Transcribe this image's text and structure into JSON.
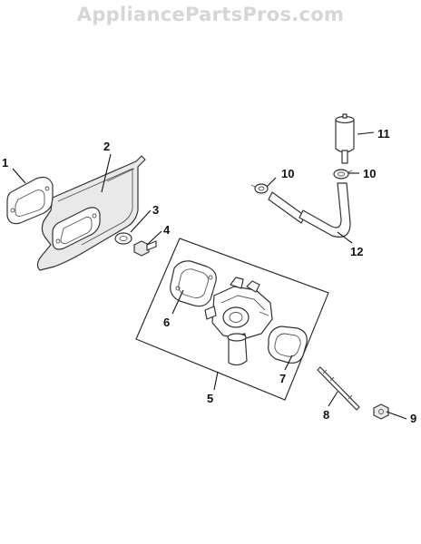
{
  "watermark": "AppliancePartsPros.com",
  "callouts": [
    {
      "id": "c1",
      "label": "1"
    },
    {
      "id": "c2",
      "label": "2"
    },
    {
      "id": "c3",
      "label": "3"
    },
    {
      "id": "c4",
      "label": "4"
    },
    {
      "id": "c5",
      "label": "5"
    },
    {
      "id": "c6",
      "label": "6"
    },
    {
      "id": "c7",
      "label": "7"
    },
    {
      "id": "c8",
      "label": "8"
    },
    {
      "id": "c9",
      "label": "9"
    },
    {
      "id": "c10a",
      "label": "10"
    },
    {
      "id": "c10b",
      "label": "10"
    },
    {
      "id": "c11",
      "label": "11"
    },
    {
      "id": "c12",
      "label": "12"
    }
  ]
}
